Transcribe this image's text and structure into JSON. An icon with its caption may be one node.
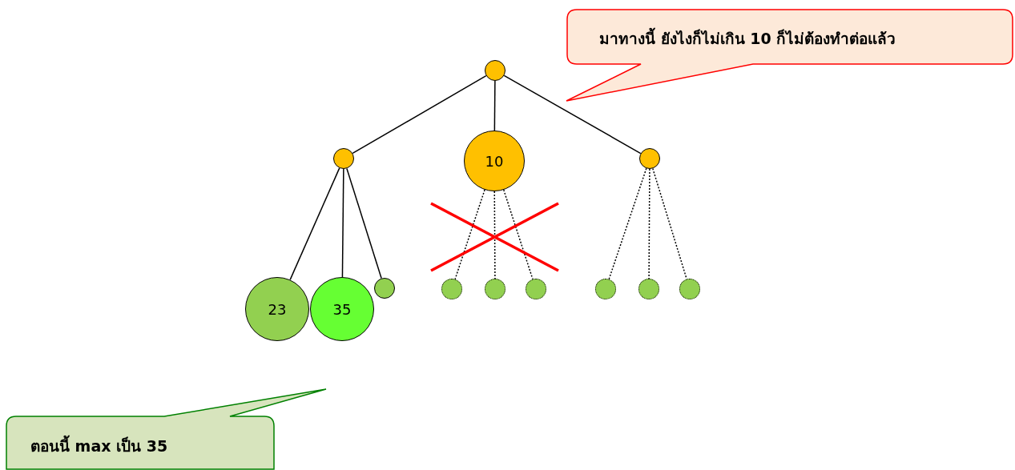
{
  "diagram": {
    "nodes": [
      {
        "text": [],
        "shape": "circle"
      },
      {
        "text": [],
        "shape": "circle"
      },
      {
        "text": [
          "10"
        ]
      },
      {
        "text": [],
        "shape": "circle"
      },
      {
        "text": [
          "23"
        ]
      },
      {
        "text": [
          "35"
        ]
      },
      {
        "text": [],
        "shape": "circle"
      },
      {
        "text": [],
        "shape": "circle"
      },
      {
        "text": [],
        "shape": "circle"
      },
      {
        "text": [],
        "shape": "circle"
      },
      {
        "text": [],
        "shape": "circle"
      },
      {
        "text": [],
        "shape": "circle"
      },
      {
        "text": [],
        "shape": "circle"
      },
      {
        "text": [
          "มาทางนี้ ยังไงก็ไม่เกิน 10 ก็ไม่ต้องทำต่อแล้ว"
        ]
      },
      {
        "text": [
          "ตอนนี้ max เป็น 35"
        ]
      }
    ],
    "edges": [
      {
        "from": 0,
        "to": 1,
        "arrow": "none"
      },
      {
        "from": 0,
        "to": 2,
        "arrow": "none"
      },
      {
        "from": 0,
        "to": 3,
        "arrow": "none"
      },
      {
        "from": 1,
        "to": 4,
        "arrow": "none"
      },
      {
        "from": 1,
        "to": 5,
        "arrow": "none"
      },
      {
        "from": 1,
        "to": 6,
        "arrow": "none"
      },
      {
        "from": 2,
        "to": 7,
        "arrow": "none",
        "style": "dashed"
      },
      {
        "from": 2,
        "to": 8,
        "arrow": "none",
        "style": "dashed"
      },
      {
        "from": 2,
        "to": 9,
        "arrow": "none",
        "style": "dashed"
      },
      {
        "from": 3,
        "to": 10,
        "arrow": "none",
        "style": "dashed"
      },
      {
        "from": 3,
        "to": 11,
        "arrow": "none",
        "style": "dashed"
      },
      {
        "from": 3,
        "to": 12,
        "arrow": "none",
        "style": "dashed"
      }
    ]
  }
}
